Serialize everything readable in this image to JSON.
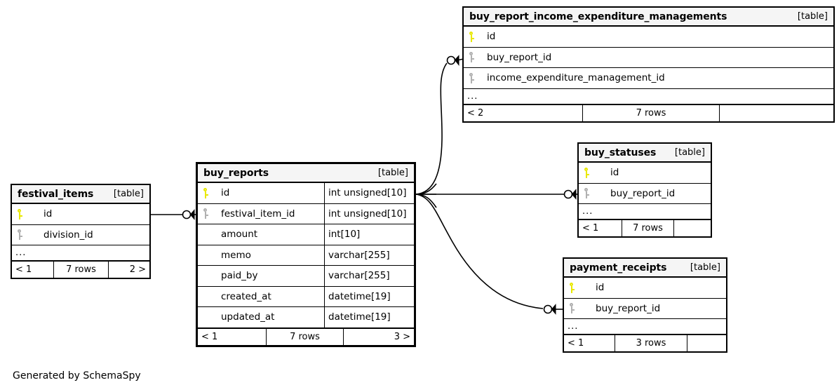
{
  "diagram": {
    "type": "er-diagram",
    "generator_credit": "Generated by SchemaSpy",
    "kind_label": "[table]",
    "ellipsis": "...",
    "colors": {
      "primary_key": "#e8e800",
      "foreign_key": "#b0b0b0",
      "header_background": "#f5f5f5",
      "border": "#000000",
      "page_background": "#ffffff"
    }
  },
  "tables": {
    "festival_items": {
      "name": "festival_items",
      "kind": "[table]",
      "columns": [
        {
          "name": "id",
          "key": "pk",
          "type": ""
        },
        {
          "name": "division_id",
          "key": "fk",
          "type": ""
        }
      ],
      "has_ellipsis": true,
      "footer": {
        "left": "< 1",
        "middle": "7 rows",
        "right": "2 >"
      }
    },
    "buy_reports": {
      "name": "buy_reports",
      "kind": "[table]",
      "focal": true,
      "columns": [
        {
          "name": "id",
          "key": "pk",
          "type": "int unsigned[10]"
        },
        {
          "name": "festival_item_id",
          "key": "fk",
          "type": "int unsigned[10]"
        },
        {
          "name": "amount",
          "key": "none",
          "type": "int[10]"
        },
        {
          "name": "memo",
          "key": "none",
          "type": "varchar[255]"
        },
        {
          "name": "paid_by",
          "key": "none",
          "type": "varchar[255]"
        },
        {
          "name": "created_at",
          "key": "none",
          "type": "datetime[19]"
        },
        {
          "name": "updated_at",
          "key": "none",
          "type": "datetime[19]"
        }
      ],
      "has_ellipsis": false,
      "footer": {
        "left": "< 1",
        "middle": "7 rows",
        "right": "3 >"
      }
    },
    "buy_report_income_expenditure_managements": {
      "name": "buy_report_income_expenditure_managements",
      "kind": "[table]",
      "columns": [
        {
          "name": "id",
          "key": "pk",
          "type": ""
        },
        {
          "name": "buy_report_id",
          "key": "fk",
          "type": ""
        },
        {
          "name": "income_expenditure_management_id",
          "key": "fk",
          "type": ""
        }
      ],
      "has_ellipsis": true,
      "footer": {
        "left": "< 2",
        "middle": "7 rows",
        "right": ""
      }
    },
    "buy_statuses": {
      "name": "buy_statuses",
      "kind": "[table]",
      "columns": [
        {
          "name": "id",
          "key": "pk",
          "type": ""
        },
        {
          "name": "buy_report_id",
          "key": "fk",
          "type": ""
        }
      ],
      "has_ellipsis": true,
      "footer": {
        "left": "< 1",
        "middle": "7 rows",
        "right": ""
      }
    },
    "payment_receipts": {
      "name": "payment_receipts",
      "kind": "[table]",
      "columns": [
        {
          "name": "id",
          "key": "pk",
          "type": ""
        },
        {
          "name": "buy_report_id",
          "key": "fk",
          "type": ""
        }
      ],
      "has_ellipsis": true,
      "footer": {
        "left": "< 1",
        "middle": "3 rows",
        "right": ""
      }
    }
  },
  "relationships": [
    {
      "from": "festival_items.id",
      "to": "buy_reports.festival_item_id"
    },
    {
      "from": "buy_reports.id",
      "to": "buy_report_income_expenditure_managements.buy_report_id"
    },
    {
      "from": "buy_reports.id",
      "to": "buy_statuses.buy_report_id"
    },
    {
      "from": "buy_reports.id",
      "to": "payment_receipts.buy_report_id"
    }
  ]
}
